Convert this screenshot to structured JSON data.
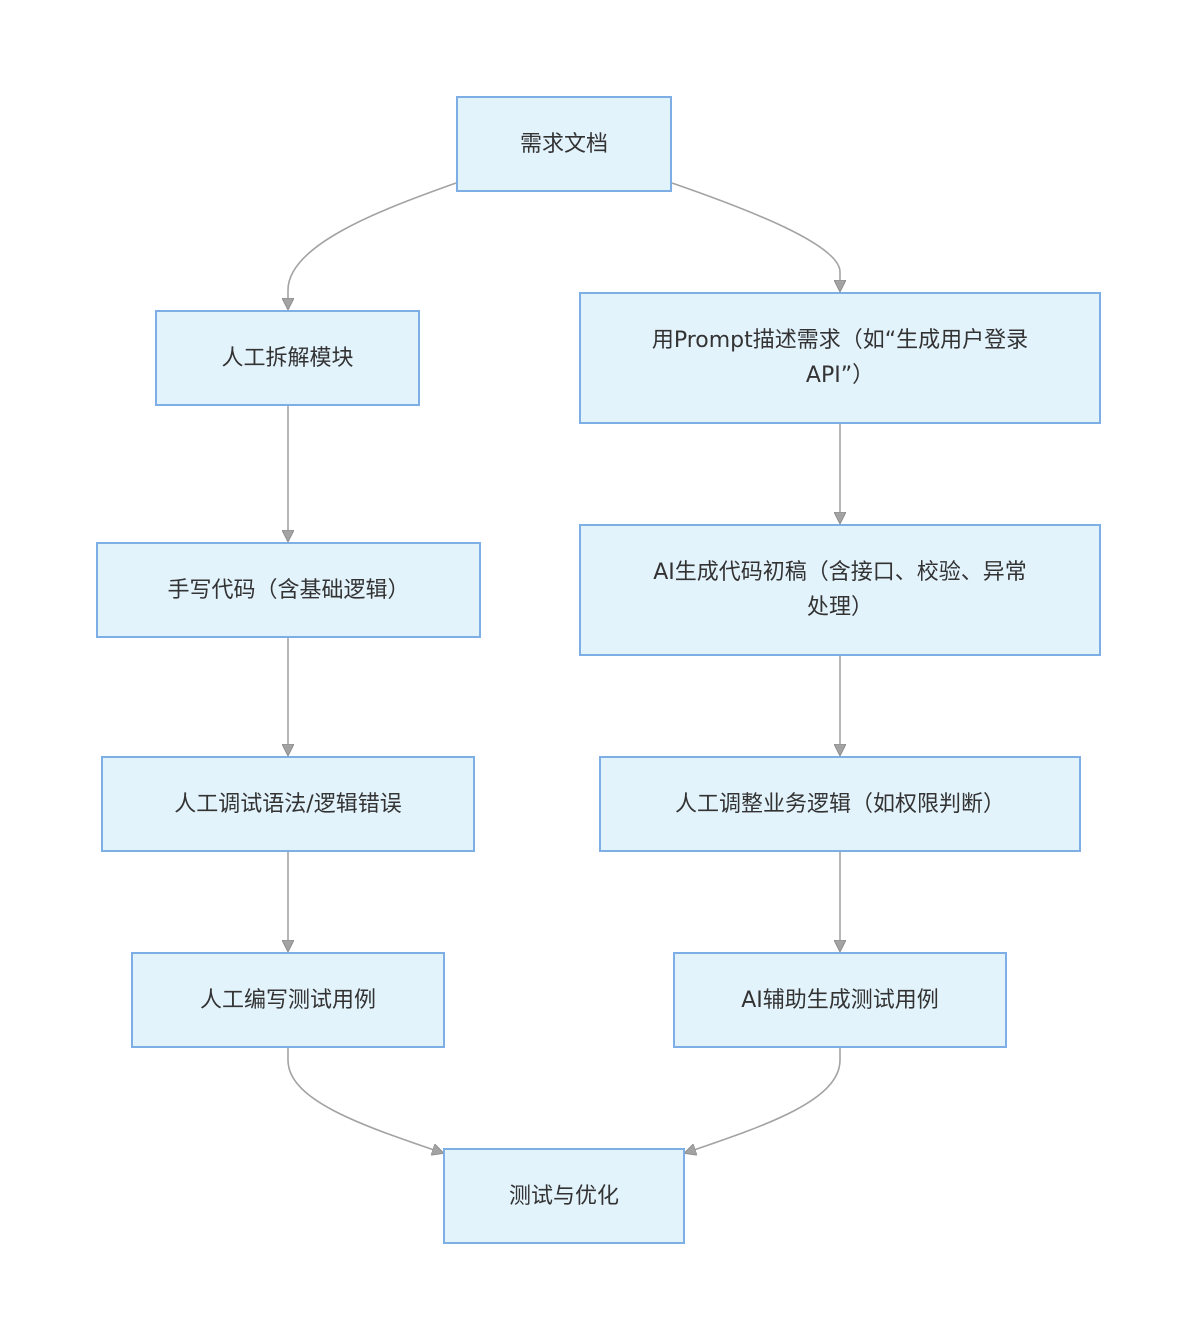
{
  "nodes": {
    "requirements_doc": "需求文档",
    "manual_split_modules": "人工拆解模块",
    "prompt_describe": "用Prompt描述需求（如“生成用户登录API”）",
    "handwrite_code": "手写代码（含基础逻辑）",
    "ai_generate_draft": "AI生成代码初稿（含接口、校验、异常处理）",
    "manual_debug": "人工调试语法/逻辑错误",
    "manual_adjust_logic": "人工调整业务逻辑（如权限判断）",
    "manual_write_tests": "人工编写测试用例",
    "ai_assist_tests": "AI辅助生成测试用例",
    "test_optimize": "测试与优化"
  },
  "colors": {
    "node_fill": "#e3f3fc",
    "node_border": "#7eaee6",
    "edge": "#a3a3a3",
    "text": "#333333"
  }
}
